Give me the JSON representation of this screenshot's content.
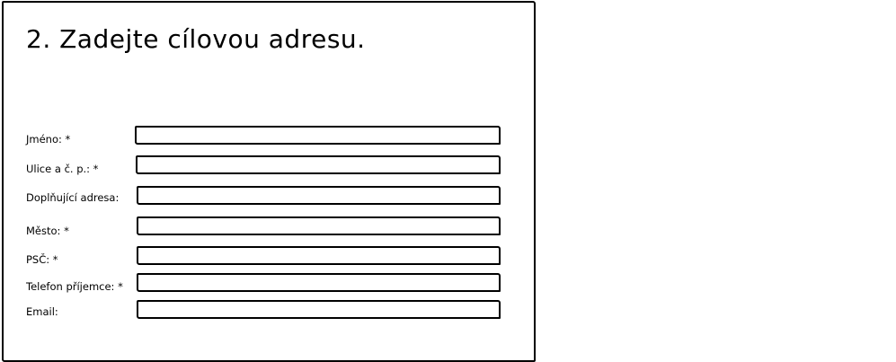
{
  "form": {
    "title": "2. Zadejte cílovou adresu.",
    "fields": [
      {
        "label": "Jméno: *",
        "value": ""
      },
      {
        "label": "Ulice a č. p.: *",
        "value": ""
      },
      {
        "label": "Doplňující adresa:",
        "value": ""
      },
      {
        "label": "Město: *",
        "value": ""
      },
      {
        "label": "PSČ: *",
        "value": ""
      },
      {
        "label": "Telefon příjemce: *",
        "value": ""
      },
      {
        "label": "Email:",
        "value": ""
      }
    ]
  }
}
